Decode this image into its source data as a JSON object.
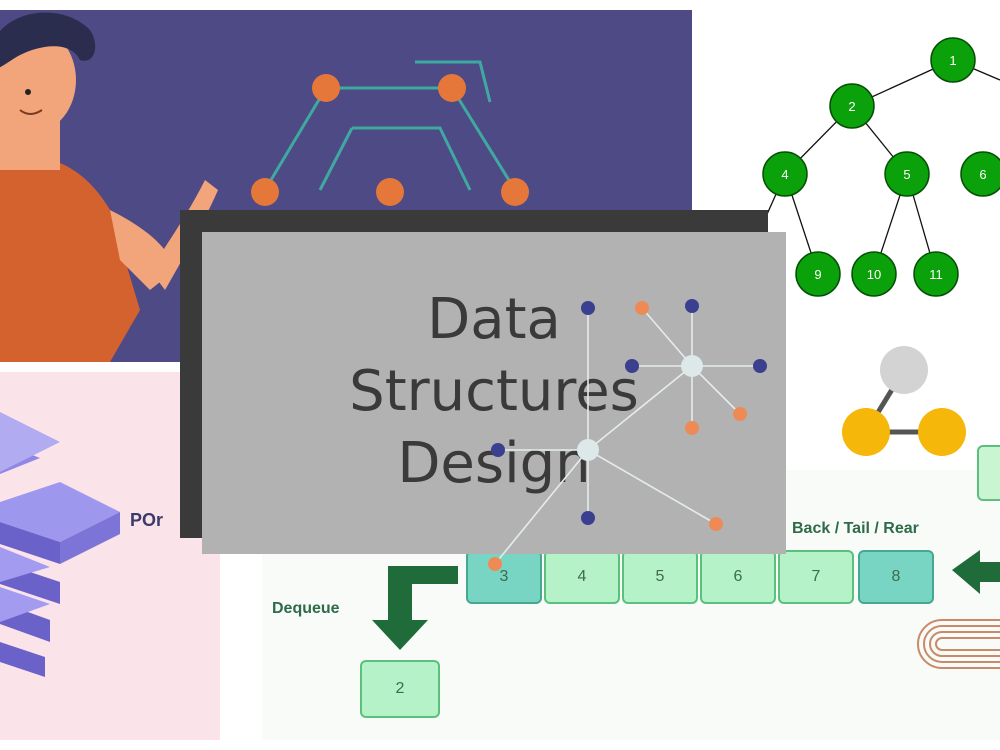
{
  "title_card": {
    "lines": [
      "Data",
      "Structures",
      "Design"
    ]
  },
  "binary_tree": {
    "nodes": [
      "1",
      "2",
      "4",
      "5",
      "6",
      "9",
      "10",
      "11"
    ],
    "node_color": "#0aa10a"
  },
  "blocks_panel": {
    "label": "POr"
  },
  "queue": {
    "back_label": "Back / Tail / Rear",
    "dequeue_label": "Dequeue",
    "cells": [
      "3",
      "4",
      "5",
      "6",
      "7",
      "8"
    ],
    "dequeued": "2"
  },
  "colors": {
    "purple_bg": "#4e4a86",
    "pink_bg": "#fbe3ea",
    "card_bg": "#b2b2b2",
    "card_shadow": "#3a3a3a",
    "queue_green": "#b6f2c8",
    "arrow_green": "#1f6b3a",
    "orange_node": "#e8753a",
    "blue_node": "#3b3f8f"
  },
  "icons": [
    "person-illustration-icon",
    "circuit-icon",
    "stacked-blocks-icon",
    "graph-triangle-icon",
    "arrow-down-left-icon",
    "arrow-left-icon",
    "paperclip-icon",
    "network-graph-icon"
  ]
}
